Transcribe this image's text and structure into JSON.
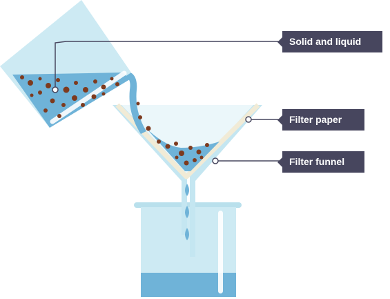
{
  "labels": {
    "solid_and_liquid": "Solid and liquid",
    "filter_paper": "Filter paper",
    "filter_funnel": "Filter funnel"
  },
  "colors": {
    "glass": "#cdeaf3",
    "glass_edge": "#a7d6e6",
    "liquid": "#6fb3d8",
    "particles": "#7d3a1e",
    "filter_paper": "#f1ebd6",
    "label_bg": "#47465e",
    "leader_line": "#47465e"
  }
}
